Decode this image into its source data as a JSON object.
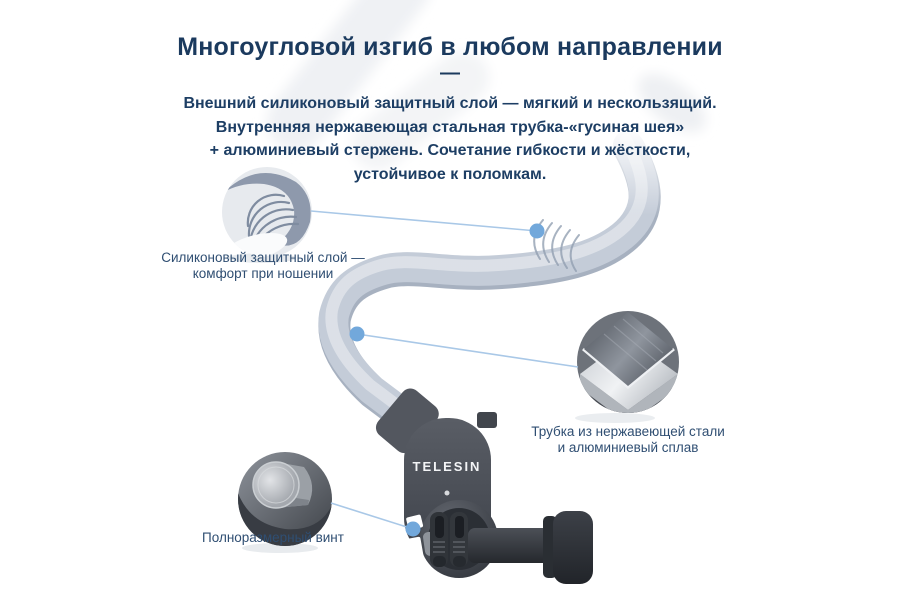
{
  "header": {
    "title": "Многоугловой изгиб в любом направлении",
    "divider": "—",
    "description_lines": [
      "Внешний силиконовый защитный слой — мягкий и нескользящий.",
      "Внутренняя нержавеющая стальная трубка-«гусиная шея»",
      "+ алюминиевый стержень. Сочетание гибкости и жёсткости,",
      "устойчивое к поломкам."
    ]
  },
  "product": {
    "brand_label": "TELESIN"
  },
  "callouts": {
    "silicone": {
      "line1": "Силиконовый защитный слой —",
      "line2": "комфорт при ношении"
    },
    "steel": {
      "line1": "Трубка из нержавеющей стали",
      "line2": "и алюминиевый сплав"
    },
    "screw": {
      "label": "Полноразмерный винт"
    }
  },
  "colors": {
    "heading_text": "#1b3a5e",
    "body_text": "#1d3e64",
    "callout_text": "#2f4e72",
    "leader_line": "#a9c8e7",
    "leader_dot": "#72a8db",
    "tube": "#c4ccd8",
    "mount_body": "#474b53"
  }
}
